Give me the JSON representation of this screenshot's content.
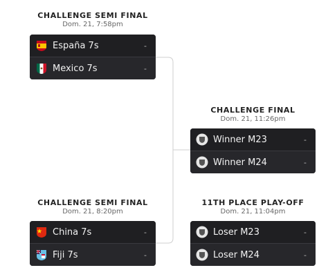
{
  "semi1": {
    "title": "CHALLENGE SEMI FINAL",
    "time": "Dom. 21, 7:58pm",
    "teams": [
      {
        "name": "España 7s",
        "score": "-"
      },
      {
        "name": "Mexico 7s",
        "score": "-"
      }
    ]
  },
  "semi2": {
    "title": "CHALLENGE SEMI FINAL",
    "time": "Dom. 21, 8:20pm",
    "teams": [
      {
        "name": "China 7s",
        "score": "-"
      },
      {
        "name": "Fiji 7s",
        "score": "-"
      }
    ]
  },
  "final": {
    "title": "CHALLENGE FINAL",
    "time": "Dom. 21, 11:26pm",
    "teams": [
      {
        "name": "Winner M23",
        "score": "-"
      },
      {
        "name": "Winner M24",
        "score": "-"
      }
    ]
  },
  "playoff": {
    "title": "11TH PLACE PLAY-OFF",
    "time": "Dom. 21, 11:04pm",
    "teams": [
      {
        "name": "Loser M23",
        "score": "-"
      },
      {
        "name": "Loser M24",
        "score": "-"
      }
    ]
  },
  "colors": {
    "card_dark": "#1f1f22",
    "card_alt": "#27272b",
    "connector": "#cfcfcf"
  },
  "icons": {
    "espana": "spain-flag-icon",
    "mexico": "mexico-flag-icon",
    "china": "china-flag-icon",
    "fiji": "fiji-flag-icon",
    "placeholder": "shield-icon"
  }
}
